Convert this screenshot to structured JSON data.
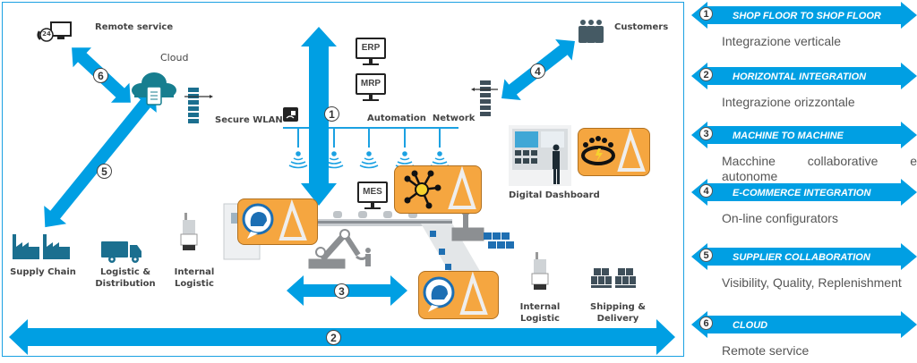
{
  "diagram": {
    "nodes": {
      "remote_service": "Remote service",
      "cloud": "Cloud",
      "secure_wlan": "Secure WLAN",
      "automation_network": "Automation  Network",
      "customers": "Customers",
      "erp": "ERP",
      "mrp": "MRP",
      "mes": "MES",
      "digital_dashboard": "Digital Dashboard",
      "supply_chain": "Supply Chain",
      "logistic_distribution": "Logistic &\nDistribution",
      "internal_logistic_left": "Internal\nLogistic",
      "internal_logistic_right": "Internal\nLogistic",
      "shipping_delivery": "Shipping &\nDelivery",
      "remote_24": "24"
    },
    "arrow_numbers": {
      "vertical": "1",
      "horizontal": "2",
      "machine": "3",
      "ecommerce": "4",
      "supplier": "5",
      "cloud": "6"
    }
  },
  "legend": [
    {
      "num": "1",
      "title": "SHOP FLOOR TO SHOP FLOOR",
      "desc": "Integrazione verticale",
      "justify": false
    },
    {
      "num": "2",
      "title": "HORIZONTAL INTEGRATION",
      "desc": "Integrazione orizzontale",
      "justify": false
    },
    {
      "num": "3",
      "title": "MACHINE TO MACHINE",
      "desc": "Macchine collaborative e autonome",
      "justify": true
    },
    {
      "num": "4",
      "title": "E-COMMERCE INTEGRATION",
      "desc": "On-line configurators",
      "justify": false
    },
    {
      "num": "5",
      "title": "SUPPLIER COLLABORATION",
      "desc": "Visibility, Quality, Replenishment",
      "justify": true
    },
    {
      "num": "6",
      "title": "CLOUD",
      "desc": "Remote service",
      "justify": false
    }
  ],
  "colors": {
    "arrow_blue": "#009fe3",
    "accent_orange": "#f5a640",
    "icon_teal": "#1b6f8f",
    "icon_dark": "#37474f"
  }
}
